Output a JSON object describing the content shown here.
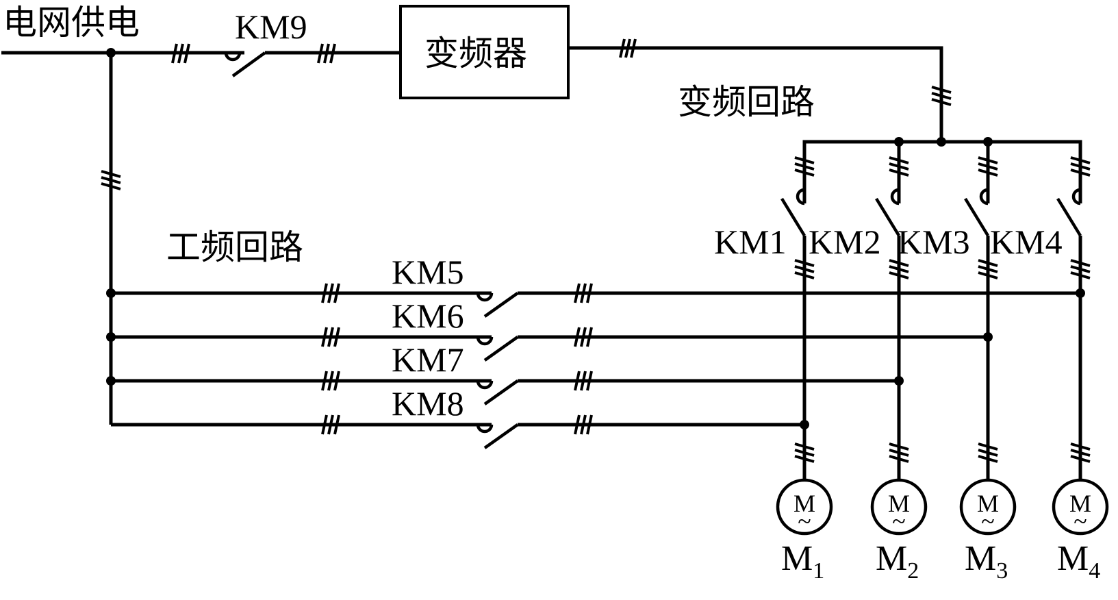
{
  "diagram": {
    "title": "电网供电",
    "inverter_label": "变频器",
    "vf_circuit_label": "变频回路",
    "pf_circuit_label": "工频回路",
    "main_contactor": "KM9",
    "vf_contactors": [
      "KM1",
      "KM2",
      "KM3",
      "KM4"
    ],
    "pf_contactors": [
      "KM5",
      "KM6",
      "KM7",
      "KM8"
    ],
    "motors": [
      {
        "symbol": "M",
        "ac": "~",
        "name": "M",
        "sub": "1"
      },
      {
        "symbol": "M",
        "ac": "~",
        "name": "M",
        "sub": "2"
      },
      {
        "symbol": "M",
        "ac": "~",
        "name": "M",
        "sub": "3"
      },
      {
        "symbol": "M",
        "ac": "~",
        "name": "M",
        "sub": "4"
      }
    ],
    "pf_to_motor_map": {
      "KM5": "M4",
      "KM6": "M3",
      "KM7": "M2",
      "KM8": "M1"
    },
    "phase_marker": "3-phase"
  }
}
